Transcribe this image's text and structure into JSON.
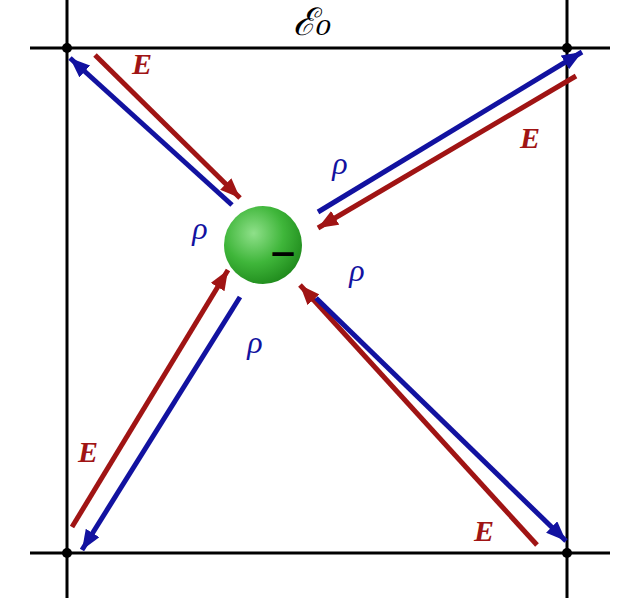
{
  "diagram": {
    "nodes": [
      {
        "text": [
          "−"
        ]
      }
    ],
    "labels": [
      "ℰ₀",
      "E",
      "E",
      "E",
      "E",
      "ρ",
      "ρ",
      "ρ",
      "ρ"
    ]
  }
}
